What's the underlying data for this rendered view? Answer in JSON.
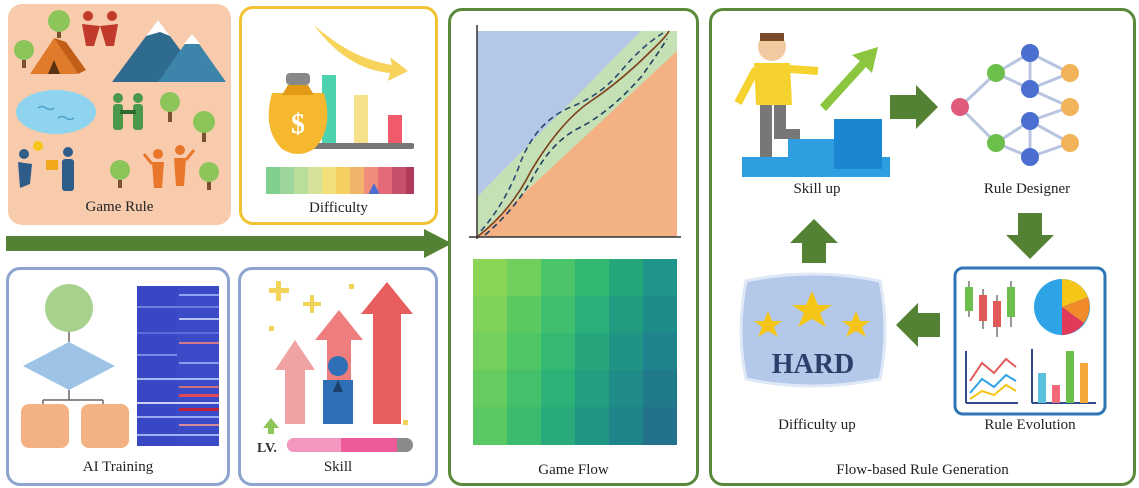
{
  "panels": {
    "game_rule": "Game Rule",
    "difficulty": "Difficulty",
    "ai_training": "AI Training",
    "skill": "Skill",
    "game_flow": "Game Flow",
    "flow_rule_generation": "Flow-based Rule Generation"
  },
  "cycle": {
    "skill_up": "Skill up",
    "rule_designer": "Rule Designer",
    "rule_evolution": "Rule Evolution",
    "difficulty_up": "Difficulty up"
  },
  "badges": {
    "hard": "HARD",
    "lv": "LV."
  },
  "colors": {
    "green_border": "#5a8a3c",
    "yellow_border": "#f1c232",
    "blue_border": "#8ea3cf",
    "arrow_green": "#548235",
    "evolution_border": "#2e75b6"
  }
}
